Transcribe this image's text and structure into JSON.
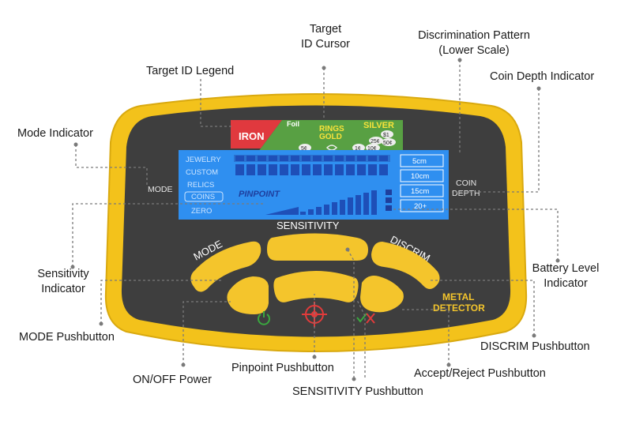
{
  "callouts": {
    "target_id_cursor": [
      "Target",
      "ID Cursor"
    ],
    "discrimination_pattern": [
      "Discrimination Pattern",
      "(Lower Scale)"
    ],
    "target_id_legend": "Target ID Legend",
    "coin_depth_indicator": "Coin Depth Indicator",
    "mode_indicator": "Mode Indicator",
    "sensitivity_indicator": [
      "Sensitivity",
      "Indicator"
    ],
    "battery_level_indicator": [
      "Battery Level",
      "Indicator"
    ],
    "mode_pushbutton": "MODE Pushbutton",
    "discrim_pushbutton": "DISCRIM Pushbutton",
    "onoff_power": "ON/OFF Power",
    "pinpoint_pushbutton": "Pinpoint Pushbutton",
    "accept_reject_pushbutton": "Accept/Reject Pushbutton",
    "sensitivity_pushbutton": "SENSITIVITY Pushbutton"
  },
  "legend": {
    "iron": "IRON",
    "foil": "Foil",
    "rings_gold": [
      "RINGS",
      "GOLD"
    ],
    "silver": "SILVER",
    "coins": [
      "5¢",
      "1¢",
      "10¢",
      "25¢",
      "50¢",
      "$1"
    ]
  },
  "lcd": {
    "modes": [
      "JEWELRY",
      "CUSTOM",
      "RELICS",
      "COINS",
      "ZERO"
    ],
    "mode_label": "MODE",
    "pinpoint": "PINPOINT",
    "depths": [
      "5cm",
      "10cm",
      "15cm",
      "20+"
    ],
    "coin_depth_label": [
      "COIN",
      "DEPTH"
    ]
  },
  "panel": {
    "mode_label": "MODE",
    "sensitivity_label": "SENSITIVITY",
    "discrim_label": "DISCRIM",
    "brand": [
      "METAL",
      "DETECTOR"
    ]
  },
  "colors": {
    "housing": "#f3c21b",
    "face": "#3e3e3e",
    "buttons": "#f4c52c",
    "lcd": "#2f8ff0",
    "iron_red": "#e0393e",
    "green": "#58a043"
  }
}
